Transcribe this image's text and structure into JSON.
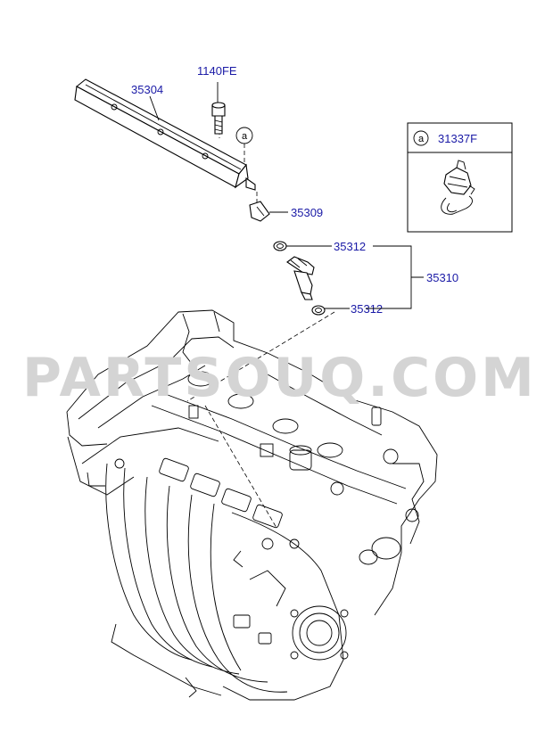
{
  "labels": {
    "rail": "35304",
    "bolt": "1140FE",
    "clip": "35309",
    "oring_top": "35312",
    "oring_bottom": "35312",
    "injector_assy": "35310"
  },
  "callout": {
    "ref_letter": "a",
    "legend_letter": "a",
    "legend_part": "31337F"
  },
  "watermark": "PARTSOUQ.COM"
}
